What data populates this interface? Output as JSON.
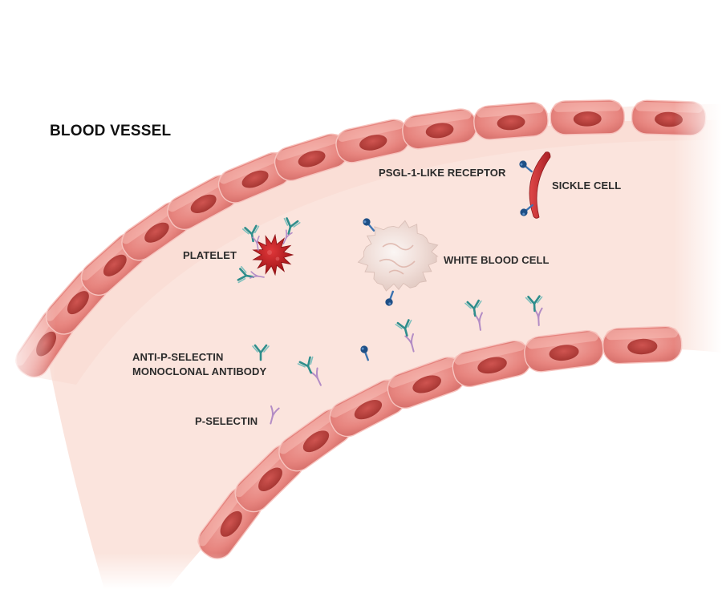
{
  "title": "BLOOD VESSEL",
  "labels": {
    "psgl_receptor": "PSGL-1-LIKE RECEPTOR",
    "sickle_cell": "SICKLE CELL",
    "platelet": "PLATELET",
    "white_blood_cell": "WHITE BLOOD CELL",
    "antibody_line1": "ANTI-P-SELECTIN",
    "antibody_line2": "MONOCLONAL ANTIBODY",
    "p_selectin": "P-SELECTIN"
  },
  "colors": {
    "vessel_cell": "#e98f89",
    "vessel_nucleus": "#b93f3b",
    "lumen": "#fbe3dc",
    "platelet": "#c0181d",
    "sickle_cell": "#c83030",
    "receptor": "#1e4f86",
    "antibody": "#2f8e8c",
    "p_selectin": "#b38cc5",
    "white_blood_cell": "#f4ece9"
  },
  "icons": [
    "platelet-icon",
    "white-blood-cell-icon",
    "sickle-cell-icon",
    "antibody-icon",
    "p-selectin-icon",
    "psgl-receptor-icon"
  ]
}
